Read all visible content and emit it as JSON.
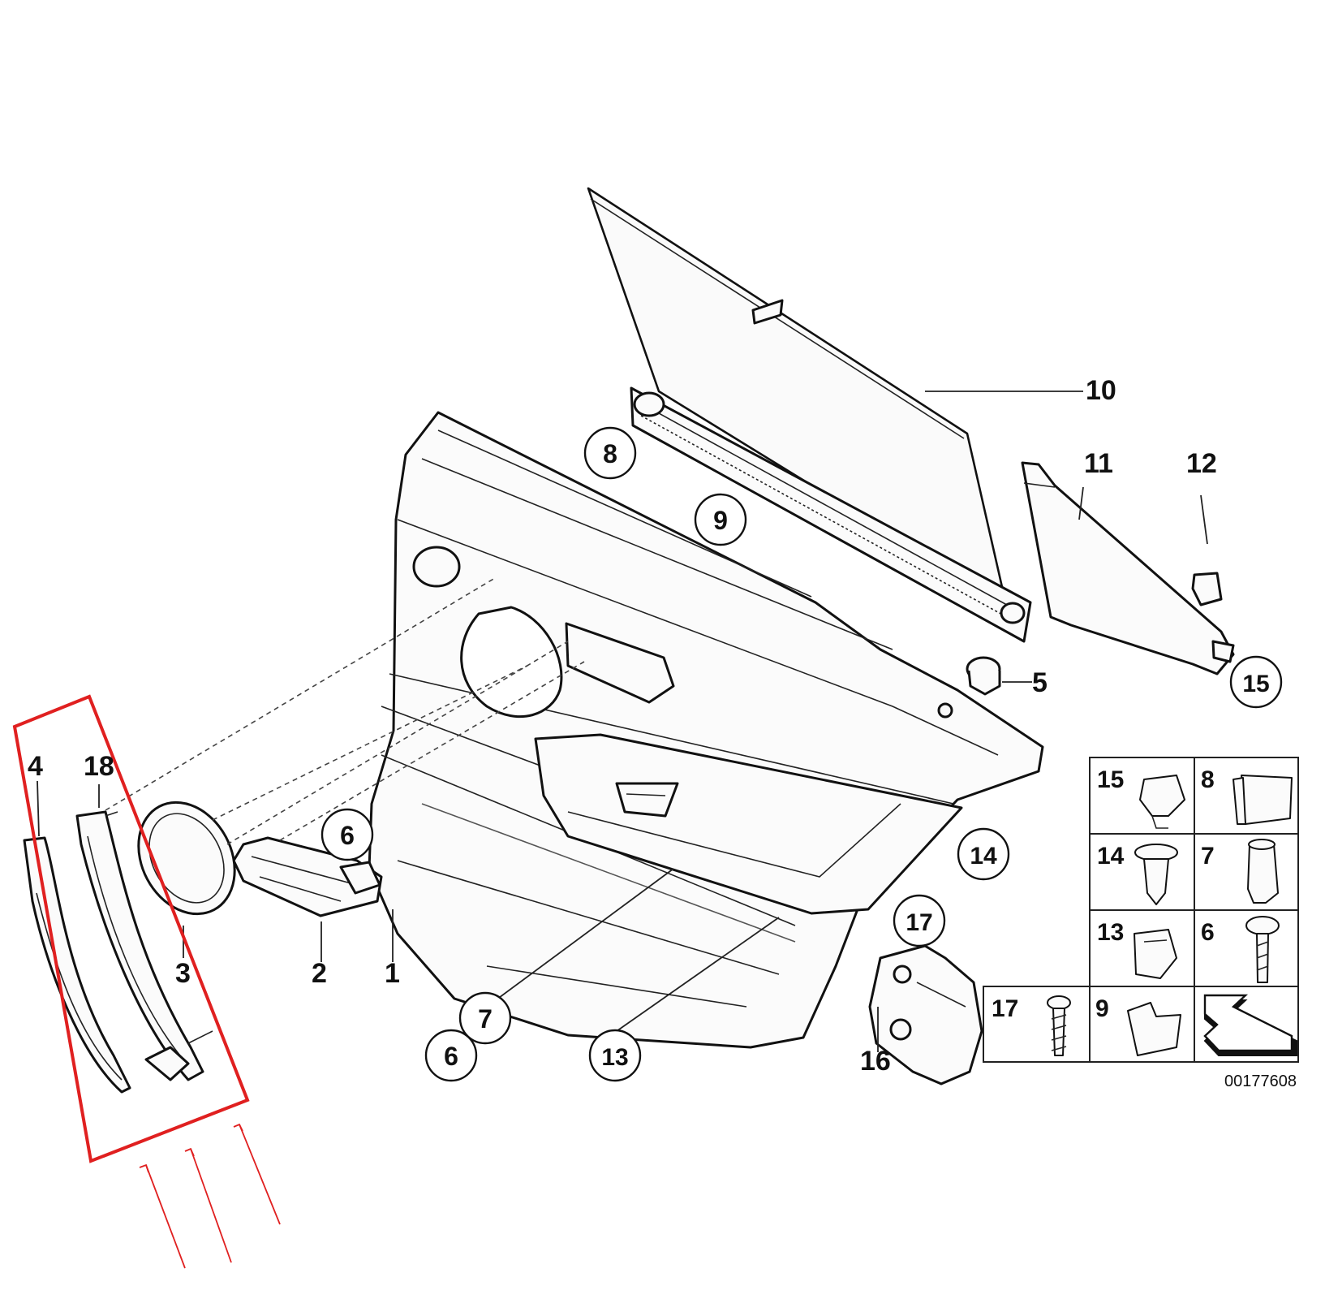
{
  "labels": {
    "l1": "1",
    "l2": "2",
    "l3": "3",
    "l4": "4",
    "l5": "5",
    "l6a": "6",
    "l6b": "6",
    "l7": "7",
    "l8": "8",
    "l9": "9",
    "l10": "10",
    "l11": "11",
    "l12": "12",
    "l13": "13",
    "l14": "14",
    "l15": "15",
    "l16": "16",
    "l17": "17",
    "l18": "18"
  },
  "legend": {
    "c1": "15",
    "c2": "8",
    "c3": "14",
    "c4": "7",
    "c5": "13",
    "c6": "6",
    "c7": "17",
    "c8": "9"
  },
  "diagram_code": "00177608",
  "colors": {
    "highlight": "#e02020",
    "line": "#111111"
  }
}
